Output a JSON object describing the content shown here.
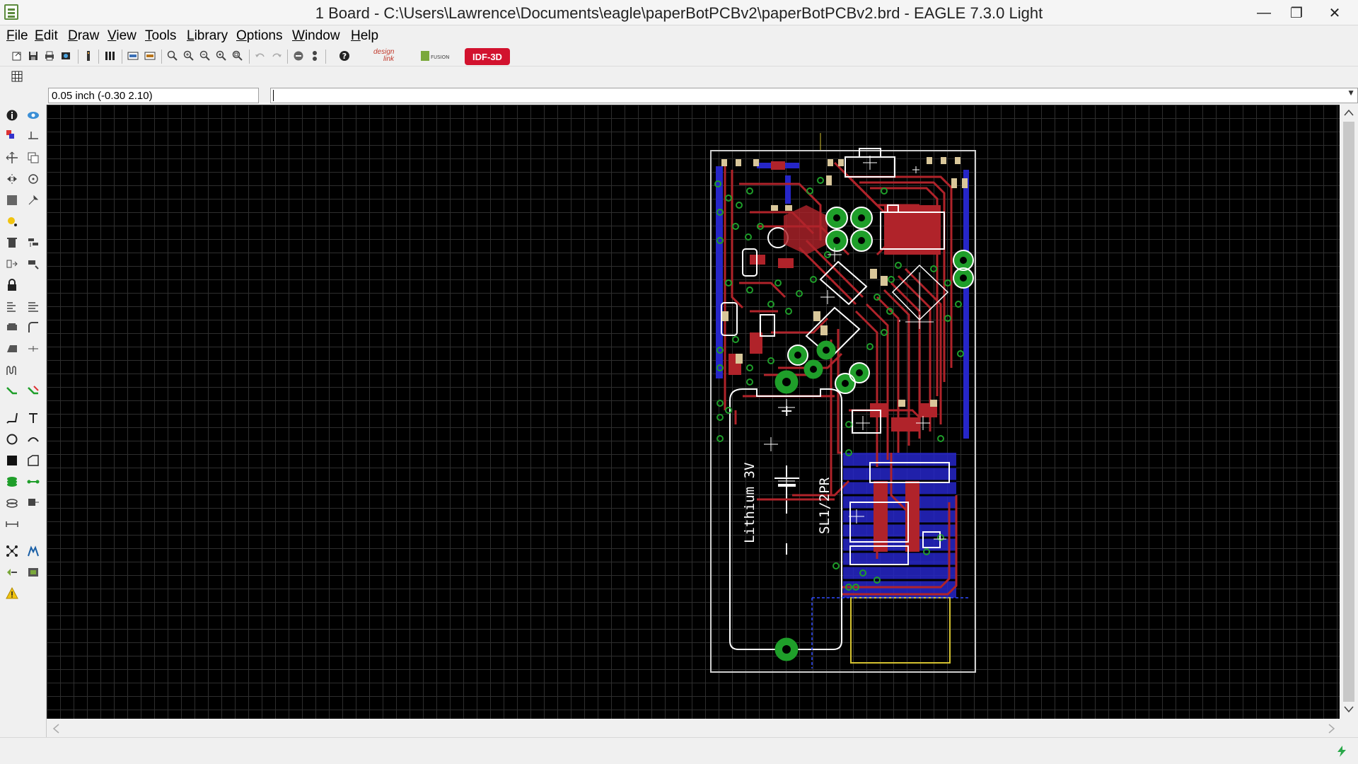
{
  "window": {
    "title": "1 Board - C:\\Users\\Lawrence\\Documents\\eagle\\paperBotPCBv2\\paperBotPCBv2.brd - EAGLE 7.3.0 Light",
    "minimize": "—",
    "restore": "❐",
    "close": "✕"
  },
  "menu": [
    {
      "key": "F",
      "rest": "ile"
    },
    {
      "key": "E",
      "rest": "dit"
    },
    {
      "key": "D",
      "rest": "raw"
    },
    {
      "key": "V",
      "rest": "iew"
    },
    {
      "key": "T",
      "rest": "ools"
    },
    {
      "key": "L",
      "rest": "ibrary"
    },
    {
      "key": "O",
      "rest": "ptions"
    },
    {
      "key": "W",
      "rest": "indow"
    },
    {
      "key": "H",
      "rest": "elp"
    }
  ],
  "toolbar": {
    "designlink_label_1": "design",
    "designlink_label_2": "link",
    "fusion_label": "FUSION",
    "idf_label": "IDF-3D"
  },
  "command": {
    "coordinates": "0.05 inch (-0.30 2.10)",
    "input_value": ""
  },
  "board": {
    "battery_label": "Lithium 3V",
    "holder_label": "SL1/2PR",
    "plus_sign": "+",
    "minus_sign": "–"
  },
  "status": {
    "text": ""
  },
  "colors": {
    "top_layer": "#b0232a",
    "bottom_layer": "#2626c8",
    "pad": "#1f9e2a",
    "silk": "#ffffff",
    "dimension": "#cfcfcf",
    "idf_accent": "#d2122e"
  }
}
